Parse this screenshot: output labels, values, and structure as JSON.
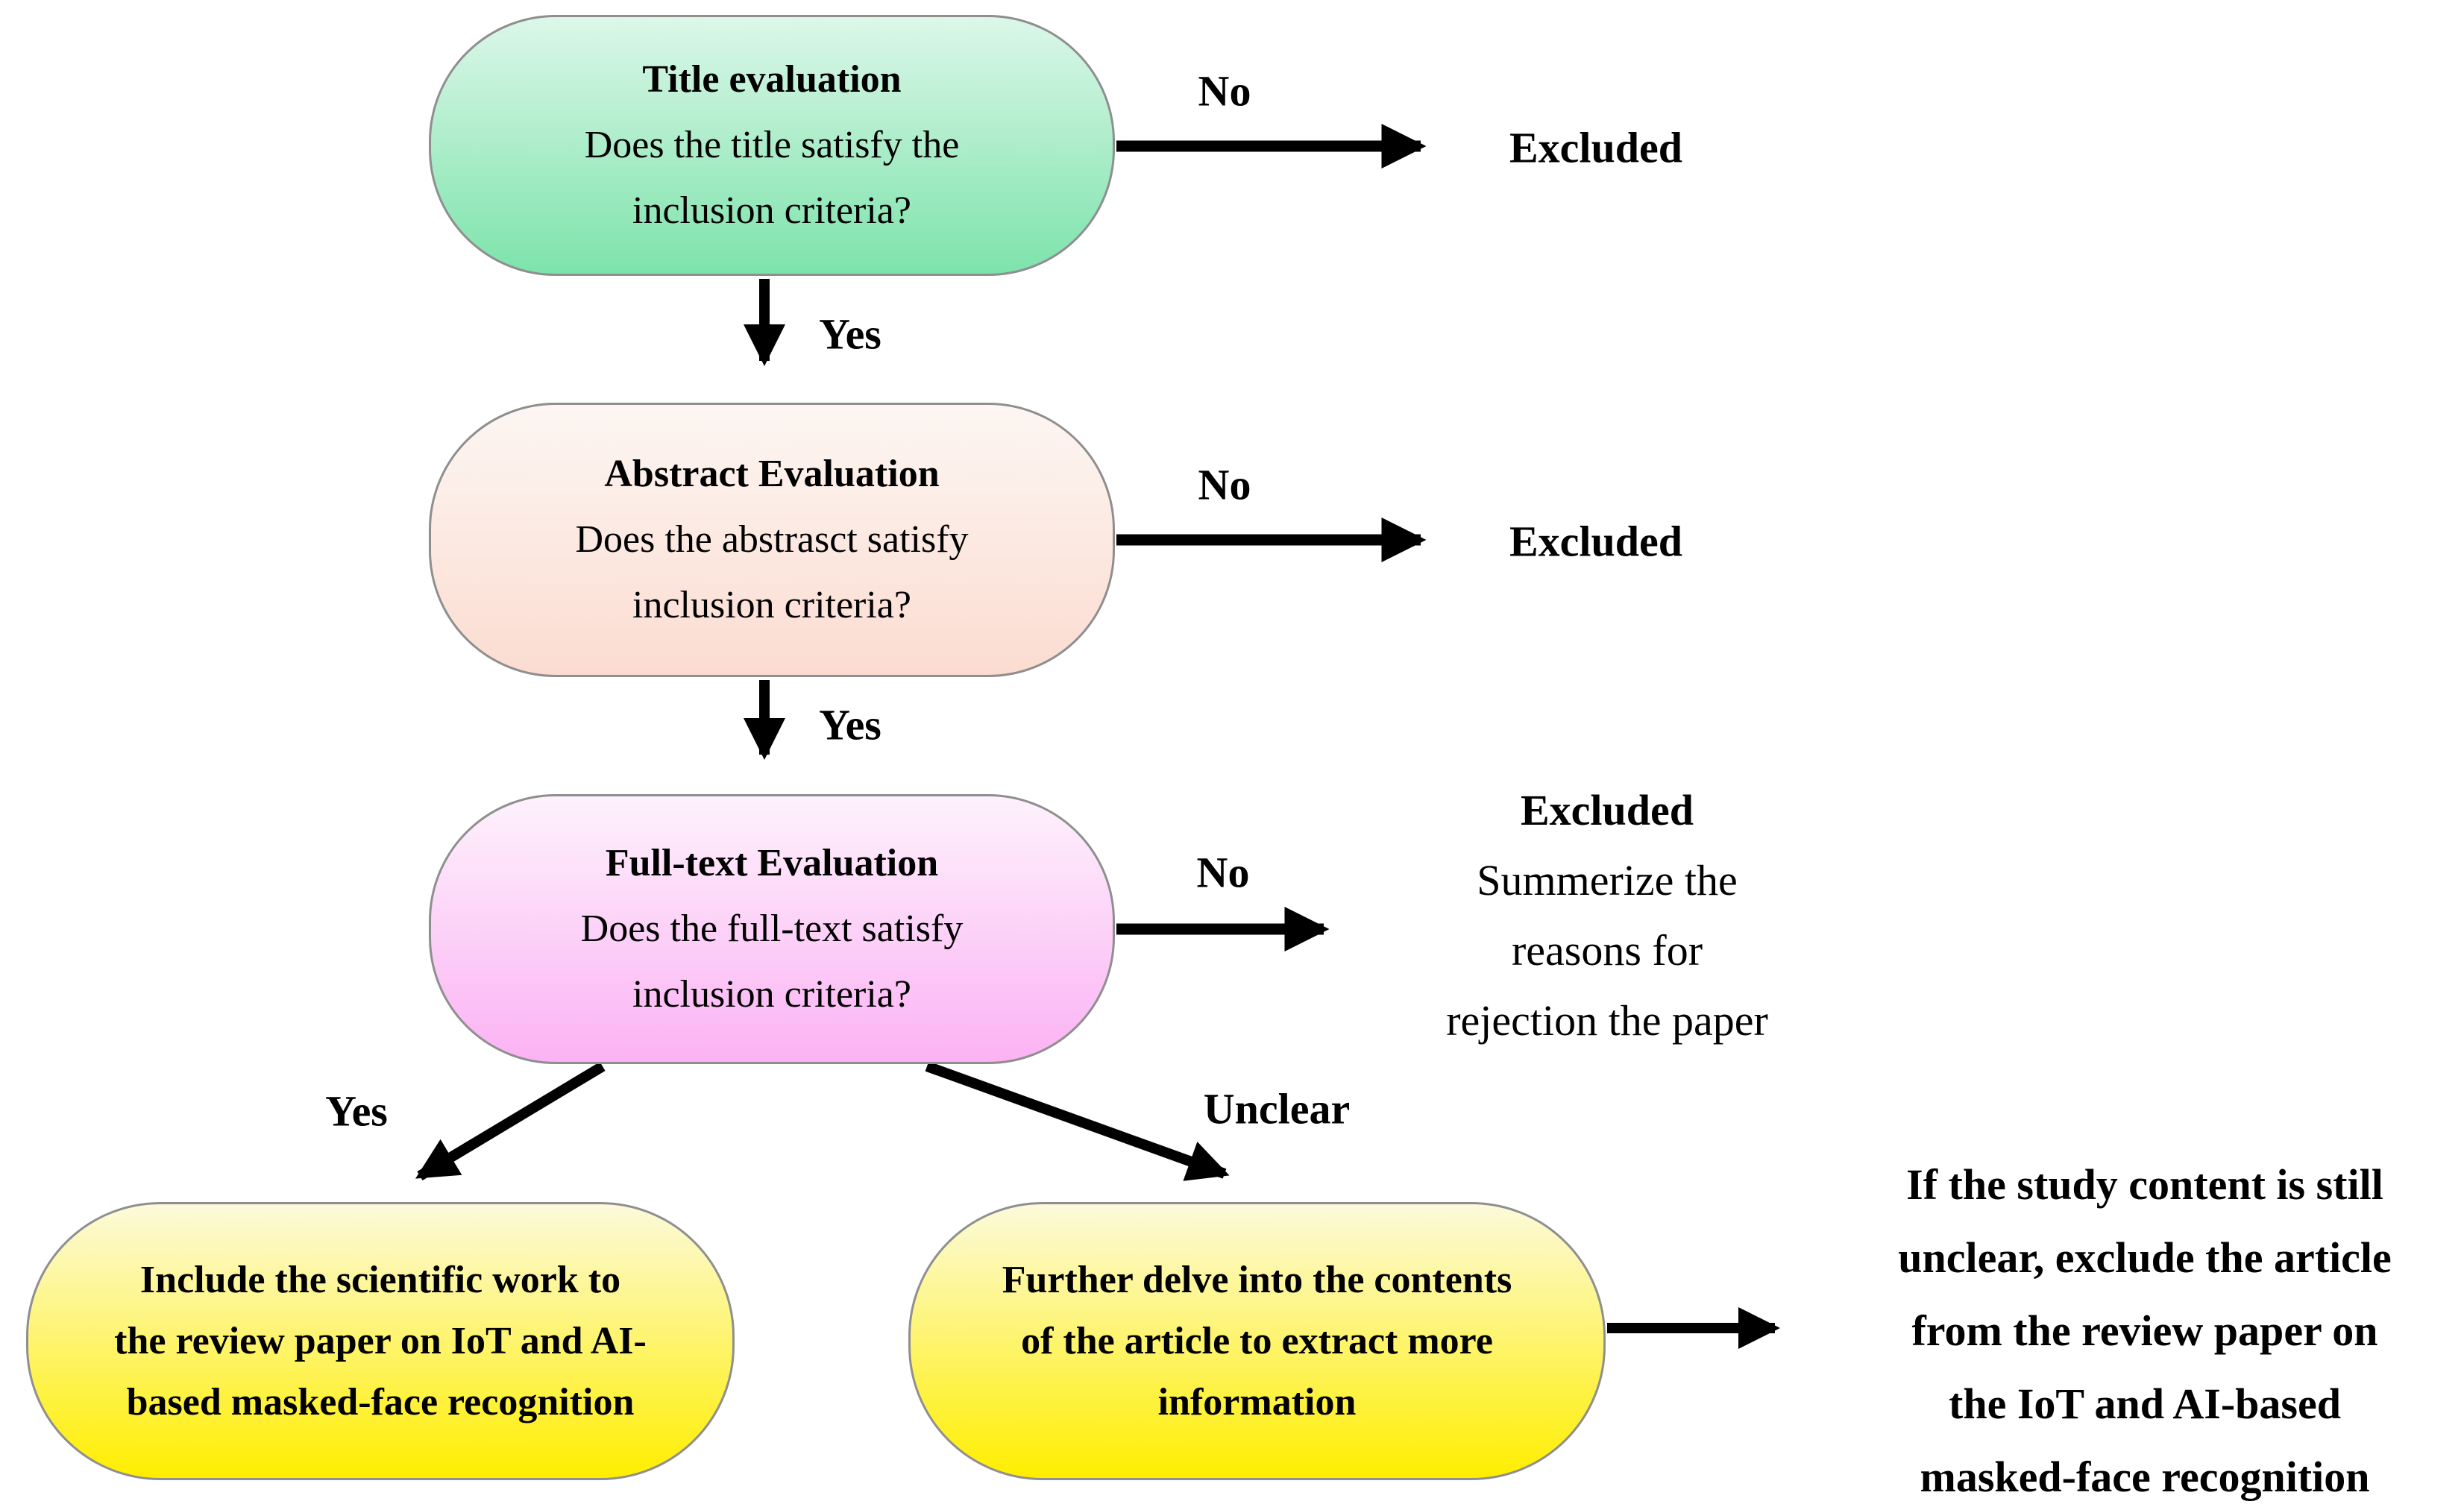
{
  "colors": {
    "green_top": "#dcf7e9",
    "green_bottom": "#7de3ab",
    "peach_top": "#fdf6f2",
    "peach_bottom": "#fbdcd1",
    "pink_top": "#fdf2fc",
    "pink_bottom": "#fcb2f4",
    "yellow_top": "#fcfadb",
    "yellow_bottom": "#ffee00",
    "node_border": "#8f8f8f",
    "arrow": "#000000",
    "text": "#000000",
    "background": "#ffffff"
  },
  "nodes": {
    "title_eval": {
      "title": "Title evaluation",
      "line1": "Does the title satisfy the",
      "line2": "inclusion criteria?"
    },
    "abstract_eval": {
      "title": "Abstract Evaluation",
      "line1": "Does the abstrasct satisfy",
      "line2": "inclusion criteria?"
    },
    "fulltext_eval": {
      "title": "Full-text Evaluation",
      "line1": "Does the full-text satisfy",
      "line2": "inclusion criteria?"
    },
    "include": {
      "line1": "Include the scientific work to",
      "line2": "the review paper on IoT and AI-",
      "line3": "based masked-face recognition"
    },
    "delve": {
      "line1": "Further delve into the contents",
      "line2": "of the article to extract more",
      "line3": "information"
    }
  },
  "labels": {
    "no_title": "No",
    "excluded_title": "Excluded",
    "yes_title": "Yes",
    "no_abstract": "No",
    "excluded_abstract": "Excluded",
    "yes_abstract": "Yes",
    "no_fulltext": "No",
    "yes_fulltext": "Yes",
    "unclear": "Unclear"
  },
  "notes": {
    "excluded_summary": {
      "title": "Excluded",
      "line1": "Summerize the",
      "line2": "reasons for",
      "line3": "rejection the paper"
    },
    "final": {
      "line1": "If the study content is still",
      "line2": "unclear, exclude the article",
      "line3": "from the review paper on",
      "line4": "the IoT and AI-based",
      "line5": "masked-face recognition"
    }
  }
}
